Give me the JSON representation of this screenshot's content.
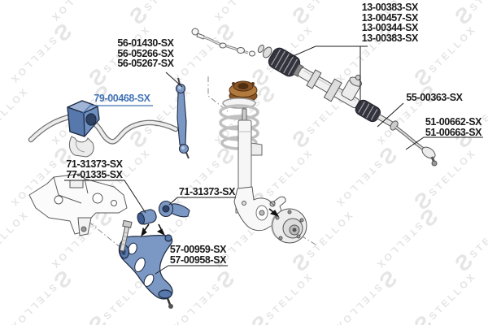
{
  "watermark": {
    "text": "STELLOX",
    "logo": "Ƨ"
  },
  "colors": {
    "highlight_blue": "#4273b5",
    "part_blue": "#7b97c3",
    "mount_brown": "#b2793d",
    "label_black": "#1b1b1b"
  },
  "labels": {
    "rack_group": [
      "13-00383-SX",
      "13-00457-SX",
      "13-00344-SX",
      "13-00383-SX"
    ],
    "link_group": [
      "56-01430-SX",
      "56-05266-SX",
      "56-05267-SX"
    ],
    "stabilizer_bushing": "79-00468-SX",
    "arm_bushing_group": [
      "71-31373-SX",
      "77-01335-SX"
    ],
    "arm_bushing_single": "71-31373-SX",
    "control_arm_group": [
      "57-00959-SX",
      "57-00958-SX"
    ],
    "axial_rod": "55-00363-SX",
    "tie_rod_end_group": [
      "51-00662-SX",
      "51-00663-SX"
    ]
  }
}
